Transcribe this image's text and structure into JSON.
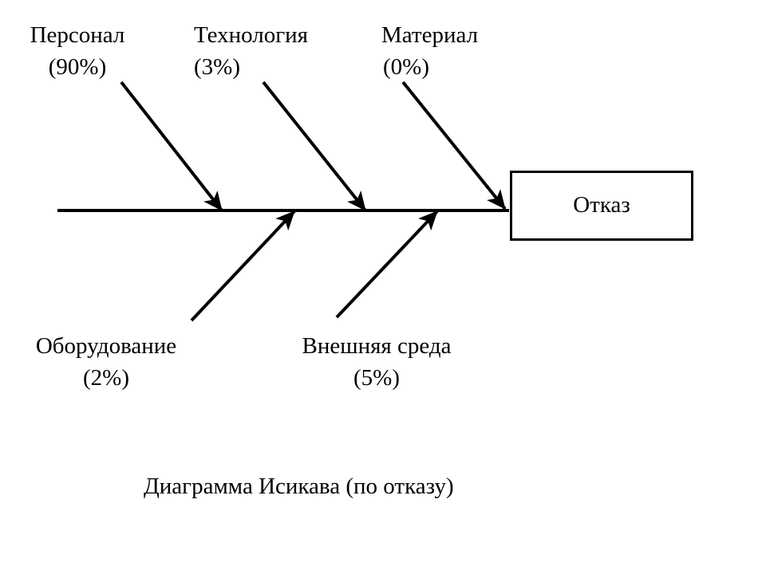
{
  "effect": {
    "label": "Отказ"
  },
  "causes": [
    {
      "name": "Персонал",
      "share": "(90%)"
    },
    {
      "name": "Технология",
      "share": "(3%)"
    },
    {
      "name": "Материал",
      "share": "(0%)"
    },
    {
      "name": "Оборудование",
      "share": "(2%)"
    },
    {
      "name": "Внешняя среда",
      "share": "(5%)"
    }
  ],
  "caption": "Диаграмма Исикава (по отказу)"
}
